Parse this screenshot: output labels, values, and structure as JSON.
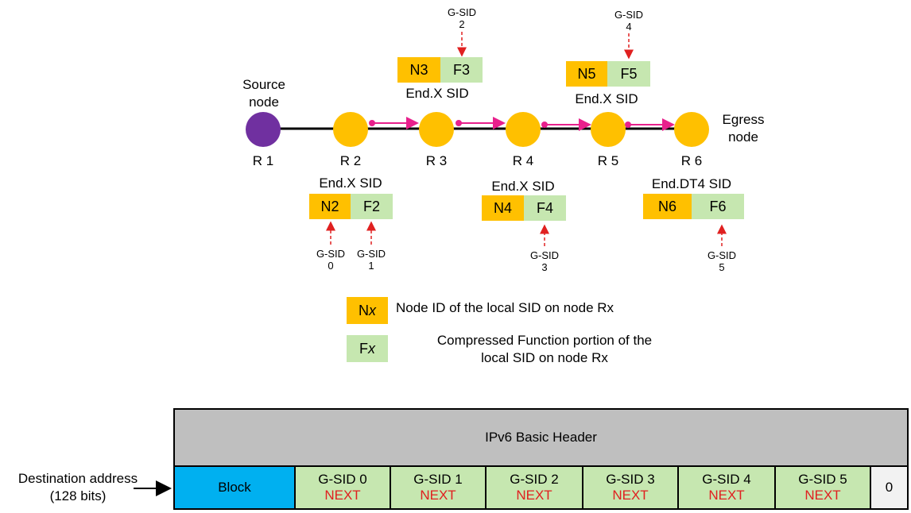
{
  "nodes": [
    {
      "id": "R 1",
      "role": "Source node"
    },
    {
      "id": "R 2"
    },
    {
      "id": "R 3"
    },
    {
      "id": "R 4"
    },
    {
      "id": "R 5"
    },
    {
      "id": "R 6",
      "role": "Egress node"
    }
  ],
  "source_label_1": "Source",
  "source_label_2": "node",
  "egress_label_1": "Egress",
  "egress_label_2": "node",
  "sids": [
    {
      "type": "End.X SID",
      "n": "N2",
      "f": "F2",
      "gsid_n": "G-SID",
      "gsid_n_idx": "0",
      "gsid_f": "G-SID",
      "gsid_f_idx": "1"
    },
    {
      "type": "End.X SID",
      "n": "N3",
      "f": "F3",
      "gsid": "G-SID",
      "gsid_idx": "2"
    },
    {
      "type": "End.X SID",
      "n": "N4",
      "f": "F4",
      "gsid": "G-SID",
      "gsid_idx": "3"
    },
    {
      "type": "End.X SID",
      "n": "N5",
      "f": "F5",
      "gsid": "G-SID",
      "gsid_idx": "4"
    },
    {
      "type": "End.DT4 SID",
      "n": "N6",
      "f": "F6",
      "gsid": "G-SID",
      "gsid_idx": "5"
    }
  ],
  "legend": {
    "n_symbol_prefix": "N",
    "n_symbol_var": "x",
    "n_text": "Node ID of the local SID on node Rx",
    "f_symbol_prefix": "F",
    "f_symbol_var": "x",
    "f_text_1": "Compressed Function portion of the",
    "f_text_2": "local SID on node Rx"
  },
  "header": {
    "basic": "IPv6 Basic Header",
    "dest_label_1": "Destination address",
    "dest_label_2": "(128 bits)",
    "block": "Block",
    "cells": [
      {
        "gsid": "G-SID 0",
        "flag": "NEXT"
      },
      {
        "gsid": "G-SID 1",
        "flag": "NEXT"
      },
      {
        "gsid": "G-SID 2",
        "flag": "NEXT"
      },
      {
        "gsid": "G-SID 3",
        "flag": "NEXT"
      },
      {
        "gsid": "G-SID 4",
        "flag": "NEXT"
      },
      {
        "gsid": "G-SID 5",
        "flag": "NEXT"
      }
    ],
    "tail": "0"
  },
  "colors": {
    "node_id": "#FFC000",
    "function": "#C6E7B0",
    "source_node": "#7030A0",
    "router": "#FFC000",
    "path_arrow": "#E8208C",
    "gsid_arrow": "#E02020",
    "block": "#00B0F0",
    "basic_header": "#BFBFBF",
    "next": "#E02020"
  }
}
